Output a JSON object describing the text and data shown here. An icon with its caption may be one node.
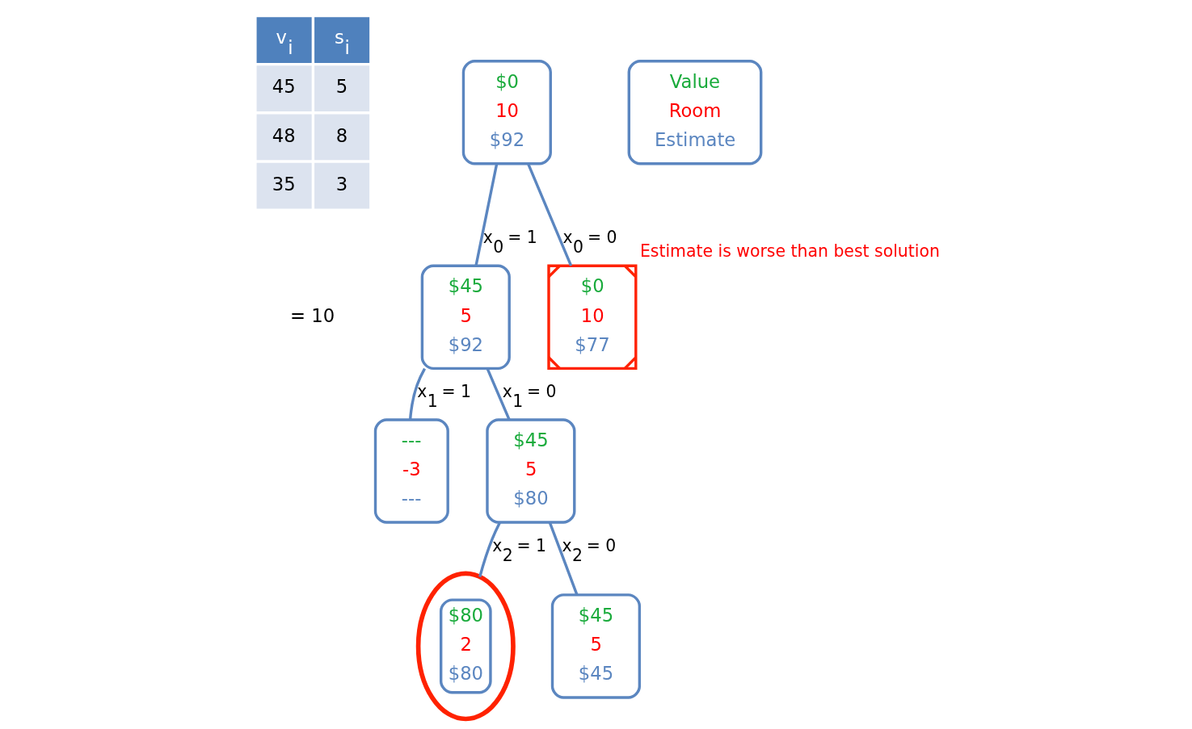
{
  "diagram": {
    "nodes": [
      {
        "text": [
          "Value",
          "Room",
          "Estimate"
        ]
      },
      {
        "text": [
          "$0",
          "10",
          "$92"
        ]
      },
      {
        "text": [
          "$45",
          "5",
          "$92"
        ]
      },
      {
        "text": [
          "$0",
          "10",
          "$77"
        ],
        "beside": [
          "Estimate is worse than best solution"
        ]
      },
      {
        "text": [
          "---",
          "-3",
          "---"
        ]
      },
      {
        "text": [
          "$45",
          "5",
          "$80"
        ]
      },
      {
        "text": [
          "$80",
          "2",
          "$80"
        ]
      },
      {
        "text": [
          "$45",
          "5",
          "$45"
        ]
      }
    ],
    "edges": [
      {
        "from": 1,
        "to": 2,
        "arrow": "none",
        "label": "x$_{0}$ = 1"
      },
      {
        "from": 1,
        "to": 3,
        "arrow": "none",
        "label": "x$_{0}$ = 0"
      },
      {
        "from": 2,
        "to": 4,
        "arrow": "none",
        "label": "x$_{1}$ = 1"
      },
      {
        "from": 2,
        "to": 5,
        "arrow": "none",
        "label": "x$_{1}$ = 0"
      },
      {
        "from": 5,
        "to": 6,
        "arrow": "none",
        "label": "x$_{2}$ = 1"
      },
      {
        "from": 5,
        "to": 7,
        "arrow": "none",
        "label": "x$_{2}$ = 0"
      }
    ],
    "labels": [
      "v$_{i}$",
      "s$_{i}$",
      "45",
      "5",
      "48",
      "8",
      "35",
      "3",
      "= 10"
    ]
  }
}
